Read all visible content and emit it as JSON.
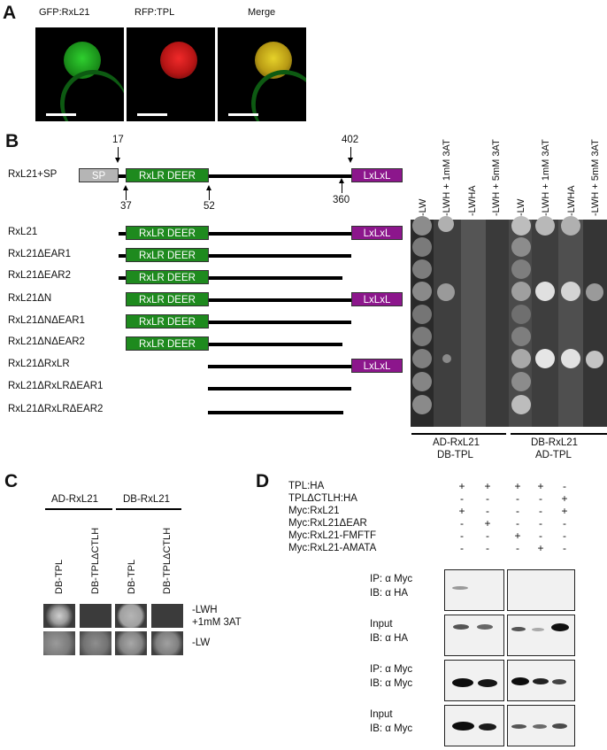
{
  "panelA": {
    "letter": "A",
    "titles": [
      "GFP:RxL21",
      "RFP:TPL",
      "Merge"
    ],
    "colors": {
      "gfp": "#1fa51f",
      "rfp": "#d41a1a",
      "merge": "#c8b81e"
    }
  },
  "panelB": {
    "letter": "B",
    "full_label": "RxL21+SP",
    "domains": {
      "sp": "SP",
      "rxlr": "RxLR DEER",
      "lxlxl": "LxLxL"
    },
    "positions": {
      "p17": "17",
      "p37": "37",
      "p52": "52",
      "p360": "360",
      "p402": "402"
    },
    "constructs": [
      {
        "label": "RxL21"
      },
      {
        "label": "RxL21ΔEAR1"
      },
      {
        "label": "RxL21ΔEAR2"
      },
      {
        "label": "RxL21ΔN"
      },
      {
        "label": "RxL21ΔNΔEAR1"
      },
      {
        "label": "RxL21ΔNΔEAR2"
      },
      {
        "label": "RxL21ΔRxLR"
      },
      {
        "label": "RxL21ΔRxLRΔEAR1"
      },
      {
        "label": "RxL21ΔRxLRΔEAR2"
      }
    ],
    "media": [
      "-LW",
      "-LWH + 1mM 3AT",
      "-LWHA",
      "-LWH + 5mM 3AT",
      "-LW",
      "-LWH + 1mM 3AT",
      "-LWHA",
      "-LWH + 5mM 3AT"
    ],
    "groups": [
      {
        "line1": "AD-RxL21",
        "line2": "DB-TPL"
      },
      {
        "line1": "DB-RxL21",
        "line2": "AD-TPL"
      }
    ]
  },
  "panelC": {
    "letter": "C",
    "groups": [
      "AD-RxL21",
      "DB-RxL21"
    ],
    "columns": [
      "DB-TPL",
      "DB-TPLΔCTLH",
      "DB-TPL",
      "DB-TPLΔCTLH"
    ],
    "rows": [
      {
        "line1": "-LWH",
        "line2": "+1mM 3AT"
      },
      {
        "line1": "-LW",
        "line2": ""
      }
    ]
  },
  "panelD": {
    "letter": "D",
    "conditions": [
      {
        "label": "TPL:HA",
        "values": [
          "+",
          "+",
          "+",
          "+",
          "-"
        ]
      },
      {
        "label": "TPLΔCTLH:HA",
        "values": [
          "-",
          "-",
          "-",
          "-",
          "+"
        ]
      },
      {
        "label": "Myc:RxL21",
        "values": [
          "+",
          "-",
          "-",
          "-",
          "+"
        ]
      },
      {
        "label": "Myc:RxL21ΔEAR",
        "values": [
          "-",
          "+",
          "-",
          "-",
          "-"
        ]
      },
      {
        "label": "Myc:RxL21-FMFTF",
        "values": [
          "-",
          "-",
          "+",
          "-",
          "-"
        ]
      },
      {
        "label": "Myc:RxL21-AMATA",
        "values": [
          "-",
          "-",
          "-",
          "+",
          "-"
        ]
      }
    ],
    "blots": [
      {
        "line1": "IP: α Myc",
        "line2": "IB: α HA"
      },
      {
        "line1": "Input",
        "line2": "IB: α HA"
      },
      {
        "line1": "IP: α Myc",
        "line2": "IB: α Myc"
      },
      {
        "line1": "Input",
        "line2": "IB: α Myc"
      }
    ]
  }
}
